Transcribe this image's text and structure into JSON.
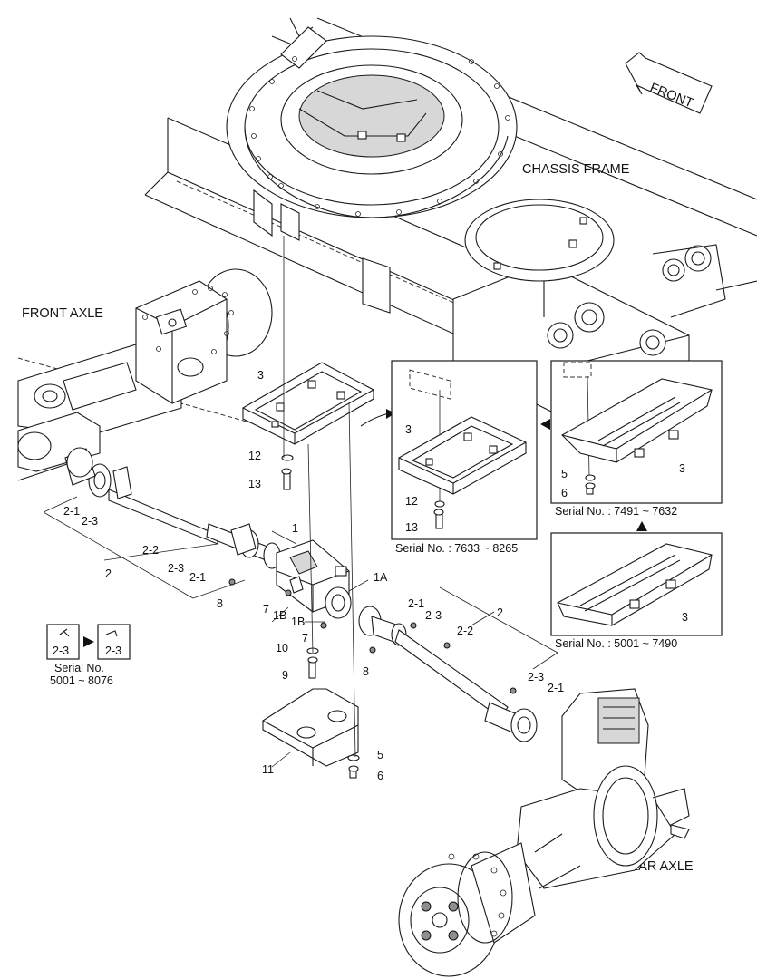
{
  "labels": {
    "front": "FRONT",
    "chassis_frame": "CHASSIS FRAME",
    "front_axle": "FRONT AXLE",
    "rear_axle": "REAR AXLE"
  },
  "callouts": {
    "p1": "1",
    "p1a": "1A",
    "p1b_left": "1B",
    "p1b_right": "1B",
    "p2_left": "2",
    "p2_right": "2",
    "p2_1_left": "2-1",
    "p2_1_mid": "2-1",
    "p2_1_right_top": "2-1",
    "p2_1_right_bottom": "2-1",
    "p2_2_left": "2-2",
    "p2_2_right": "2-2",
    "p2_3_left_top": "2-3",
    "p2_3_left_mid": "2-3",
    "p2_3_right_top": "2-3",
    "p2_3_right_bottom": "2-3",
    "p3": "3",
    "p5": "5",
    "p6": "6",
    "p7_left": "7",
    "p7_lower": "7",
    "p8_left": "8",
    "p8_right": "8",
    "p9": "9",
    "p10": "10",
    "p11": "11",
    "p12": "12",
    "p13": "13"
  },
  "inset_a": {
    "label_3": "3",
    "label_12": "12",
    "label_13": "13",
    "serial": "Serial No. : 7633 ~ 8265"
  },
  "inset_b": {
    "label_3": "3",
    "label_5": "5",
    "label_6": "6",
    "serial": "Serial No. : 7491 ~ 7632"
  },
  "inset_c": {
    "label_3": "3",
    "serial": "Serial No. : 5001 ~ 7490"
  },
  "fitting_note": {
    "old_label": "2-3",
    "new_label": "2-3",
    "serial_line1": "Serial No.",
    "serial_line2": "5001 ~ 8076"
  },
  "colors": {
    "line": "#1a1a1a",
    "background": "#ffffff",
    "shade": "#d7d7d7"
  }
}
